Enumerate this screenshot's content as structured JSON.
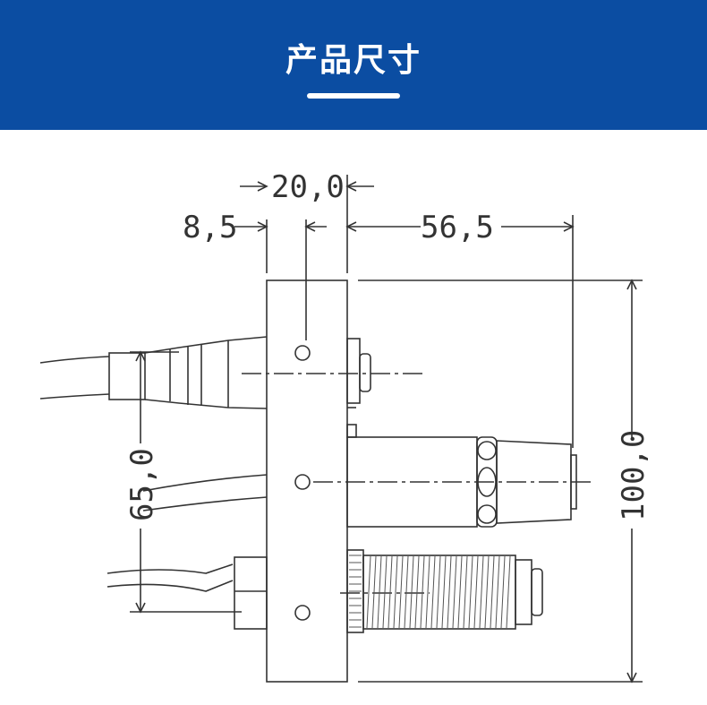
{
  "header": {
    "title": "产品尺寸"
  },
  "dimensions": {
    "width_top": "20,0",
    "offset_left": "8,5",
    "depth_right": "56,5",
    "hole_spacing": "65,0",
    "height_total": "100,0"
  },
  "colors": {
    "banner": "#0b4da2",
    "line": "#333333",
    "background": "#ffffff"
  }
}
